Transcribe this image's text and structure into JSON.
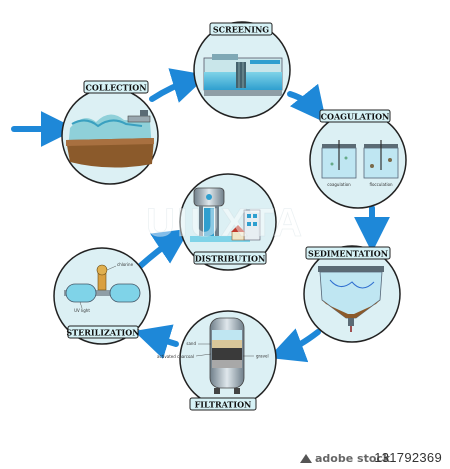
{
  "stages": {
    "collection": "COLLECTION",
    "screening": "SCREENING",
    "coagulation": "COAGULATION",
    "sedimentation": "SEDIMENTATION",
    "filtration": "FILTRATION",
    "sterilization": "STERILIZATION",
    "distribution": "DISTRIBUTION"
  },
  "callouts": {
    "coagulation": "coagulation",
    "flocculation": "flocculation",
    "sand": "sand",
    "activated_charcoal": "activated charcoal",
    "gravel": "gravel",
    "chlorine": "chlorine",
    "uv_light": "UV light"
  },
  "watermark": "UIUXTA",
  "stock": {
    "id": "131792369",
    "brand": "adobe stock"
  },
  "colors": {
    "arrow": "#1e88d8",
    "circle_fill": "#dcf0f4",
    "circle_stroke": "#222222",
    "label_fill": "#d6f2f6"
  }
}
